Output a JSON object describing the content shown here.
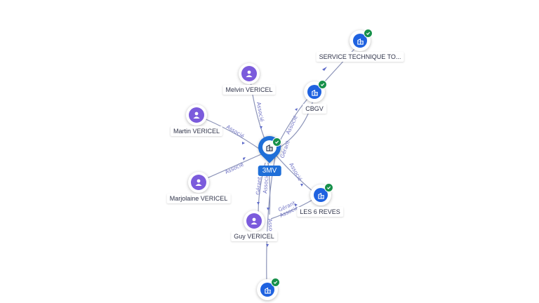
{
  "colors": {
    "person": "#7b5bdc",
    "company": "#1f62e0",
    "main": "#1f6fd8",
    "verified": "#17904a",
    "edge": "#8b93b8",
    "edge_label": "#6f72c4"
  },
  "main_node": {
    "label": "3MV",
    "icon": "building-icon"
  },
  "nodes": {
    "melvin": {
      "label": "Melvin VERICEL",
      "icon": "person-icon"
    },
    "martin": {
      "label": "Martin VERICEL",
      "icon": "person-icon"
    },
    "marjolaine": {
      "label": "Marjolaine VERICEL",
      "icon": "person-icon"
    },
    "guy": {
      "label": "Guy VERICEL",
      "icon": "person-icon"
    },
    "service": {
      "label": "SERVICE TECHNIQUE TO...",
      "icon": "building-icon"
    },
    "cbgv": {
      "label": "CBGV",
      "icon": "building-icon"
    },
    "reves": {
      "label": "LES 6 REVES",
      "icon": "building-icon"
    },
    "bottom": {
      "label": "",
      "icon": "building-icon"
    }
  },
  "edge_labels": {
    "melvin": "Associé",
    "martin": "Associé",
    "marjolaine": "Associé",
    "cbgv_a": "Associé",
    "cbgv_b": "Gérant",
    "reves_a": "Associé",
    "guy_a": "Gérant",
    "guy_b": "Associé",
    "guy_reves_a": "Gérant",
    "guy_reves_b": "Associé",
    "bottom": "Associé"
  }
}
